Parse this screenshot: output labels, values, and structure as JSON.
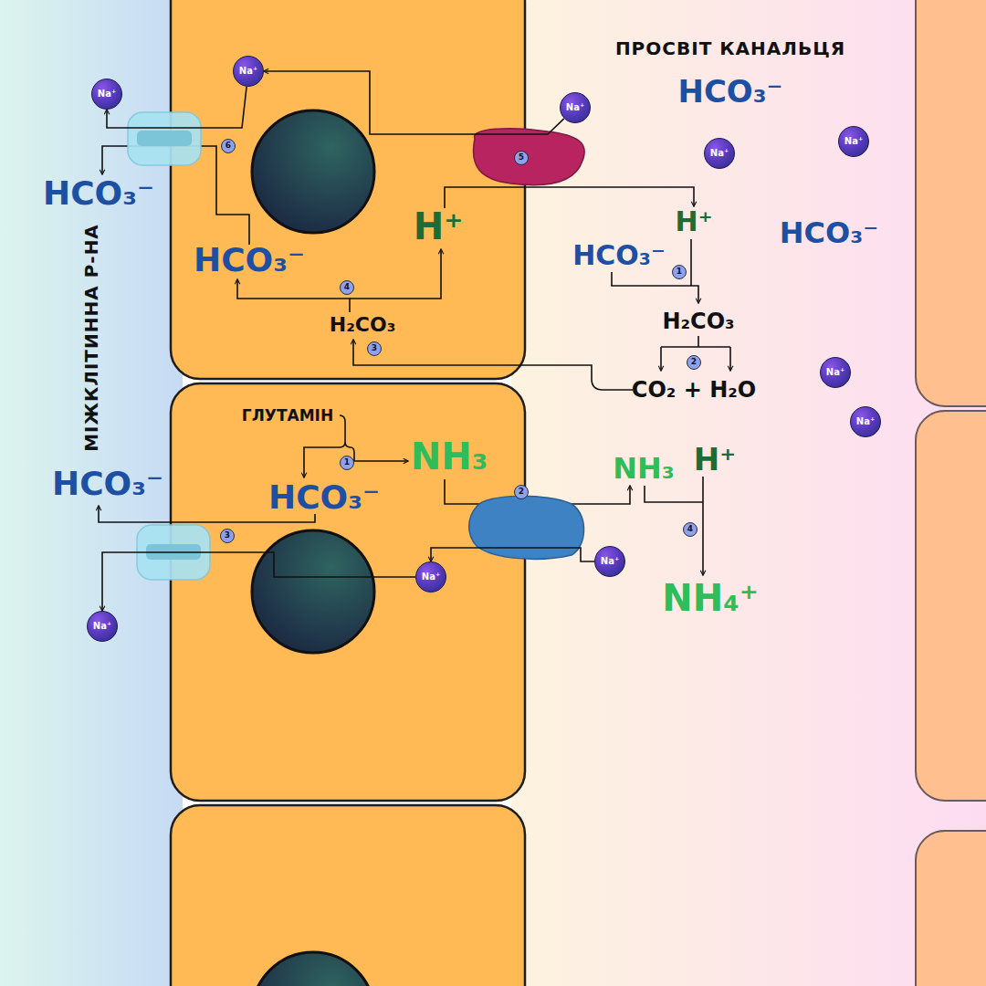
{
  "diagram": {
    "nodes": [
      {
        "text": [
          "Na⁺"
        ]
      },
      {
        "text": [
          "Na⁺"
        ]
      },
      {
        "text": [
          "Na⁺"
        ]
      },
      {
        "text": [
          "Na⁺"
        ]
      },
      {
        "text": [
          "Na⁺"
        ]
      },
      {
        "text": [
          "Na⁺"
        ]
      },
      {
        "text": [
          "Na⁺"
        ]
      },
      {
        "text": [
          "Na⁺"
        ]
      },
      {
        "text": [
          "Na⁺"
        ]
      },
      {
        "text": [
          "Na⁺"
        ]
      }
    ],
    "edges": [
      {
        "from": 2,
        "to": 0,
        "arrow": "to"
      },
      {
        "from": 0,
        "to": 1,
        "arrow": "to"
      },
      {
        "from": 7,
        "to": 8,
        "arrow": "to"
      },
      {
        "from": 8,
        "to": 9,
        "arrow": "to"
      }
    ],
    "labels": [
      "ПРОСВІТ КАНАЛЬЦЯ",
      "HCO₃⁻",
      "МІЖКЛІТИННА Р-НА",
      "6",
      "5",
      "HCO₃⁻",
      "H⁺",
      "H⁺",
      "HCO₃⁻",
      "HCO₃⁻",
      "HCO₃⁻",
      "1",
      "4",
      "H₂CO₃",
      "H₂CO₃",
      "3",
      "2",
      "CO₂ + H₂O",
      "ГЛУТАМІН",
      "NH₃",
      "H⁺",
      "1",
      "NH₃",
      "HCO₃⁻",
      "2",
      "HCO₃⁻",
      "4",
      "3",
      "NH₄⁺"
    ]
  }
}
